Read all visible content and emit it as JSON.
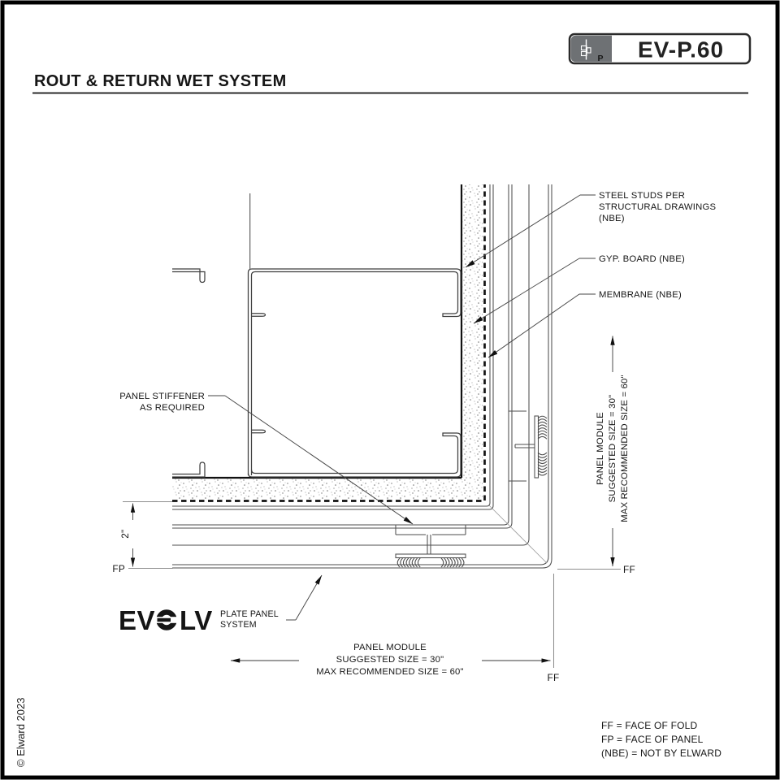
{
  "page": {
    "title": "ROUT & RETURN WET SYSTEM",
    "copyright": "© Elward 2023"
  },
  "badge": {
    "code": "EV-P.60",
    "icon_letter": "P"
  },
  "logo": {
    "brand_left": "EV",
    "brand_right": "LV",
    "subtitle_line1": "PLATE PANEL",
    "subtitle_line2": "SYSTEM"
  },
  "callouts": {
    "steel_studs_line1": "STEEL STUDS PER",
    "steel_studs_line2": "STRUCTURAL DRAWINGS",
    "steel_studs_line3": "(NBE)",
    "gyp_board": "GYP. BOARD (NBE)",
    "membrane": "MEMBRANE (NBE)",
    "panel_stiffener_line1": "PANEL STIFFENER",
    "panel_stiffener_line2": "AS REQUIRED"
  },
  "dimensions": {
    "panel_offset": "2\"",
    "module_right_line1": "PANEL MODULE",
    "module_right_line2": "SUGGESTED SIZE = 30\"",
    "module_right_line3": "MAX RECOMMENDED SIZE = 60\"",
    "module_bottom_line1": "PANEL MODULE",
    "module_bottom_line2": "SUGGESTED SIZE = 30\"",
    "module_bottom_line3": "MAX RECOMMENDED SIZE = 60\""
  },
  "references": {
    "fp": "FP",
    "ff_right": "FF",
    "ff_bottom": "FF"
  },
  "legend": {
    "line1": "FF = FACE OF FOLD",
    "line2": "FP = FACE OF PANEL",
    "line3": "(NBE) = NOT BY ELWARD"
  },
  "colors": {
    "line_dark": "#111111",
    "line_mid": "#4d4d4d",
    "line_ref": "#8e8e8e",
    "badge_gray": "#6e7174"
  }
}
